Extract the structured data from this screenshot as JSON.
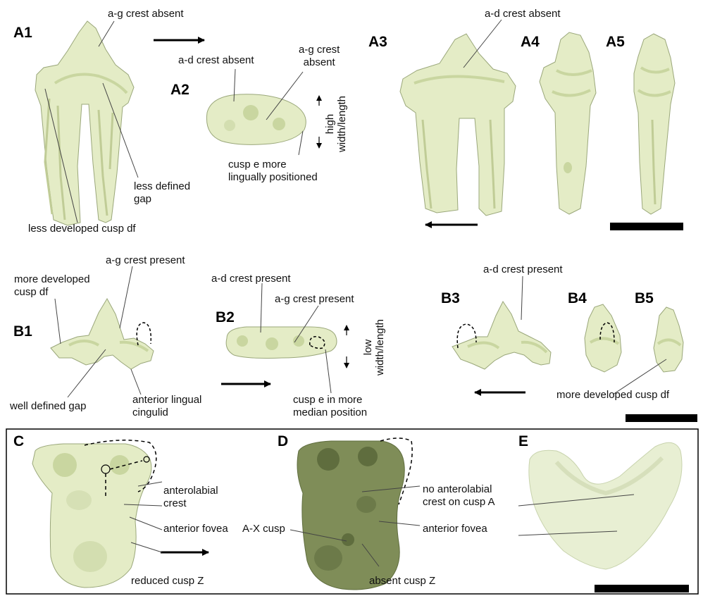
{
  "figure": {
    "colors": {
      "tooth_fill": "#e4ecc6",
      "tooth_shade": "#c9d6a0",
      "tooth_dark_fill": "#7f8d58",
      "tooth_dark_shade": "#5f6d3e",
      "scan_fill": "#e8efd3",
      "line": "#444444",
      "arrow": "#000000"
    },
    "panels": {
      "A1": "A1",
      "A2": "A2",
      "A3": "A3",
      "A4": "A4",
      "A5": "A5",
      "B1": "B1",
      "B2": "B2",
      "B3": "B3",
      "B4": "B4",
      "B5": "B5",
      "C": "C",
      "D": "D",
      "E": "E"
    },
    "annotations": {
      "a1_crest": "a-g crest absent",
      "a1_gap": "less defined\ngap",
      "a1_cusp": "less developed cusp df",
      "a2_ad": "a-d crest absent",
      "a2_ag": "a-g crest\nabsent",
      "a2_ratio_1": "high",
      "a2_ratio_2": "width/length",
      "a2_cusp_e": "cusp e more\nlingually positioned",
      "a3_ad": "a-d crest absent",
      "b1_ag": "a-g crest present",
      "b1_cusp": "more developed\ncusp df",
      "b1_gap": "well defined gap",
      "b1_cingulid": "anterior lingual\ncingulid",
      "b2_ad": "a-d crest present",
      "b2_ag": "a-g crest present",
      "b2_ratio_1": "low",
      "b2_ratio_2": "width/length",
      "b2_cusp_e": "cusp e in more\nmedian position",
      "b3_ad": "a-d crest present",
      "b45_cusp": "more developed cusp df",
      "c_crest": "anterolabial\ncrest",
      "c_fovea": "anterior fovea",
      "c_cusp_z": "reduced cusp Z",
      "d_ax": "A-X cusp",
      "d_no_crest": "no anterolabial\ncrest on cusp A",
      "d_fovea": "anterior fovea",
      "d_cusp_z": "absent cusp Z"
    }
  }
}
